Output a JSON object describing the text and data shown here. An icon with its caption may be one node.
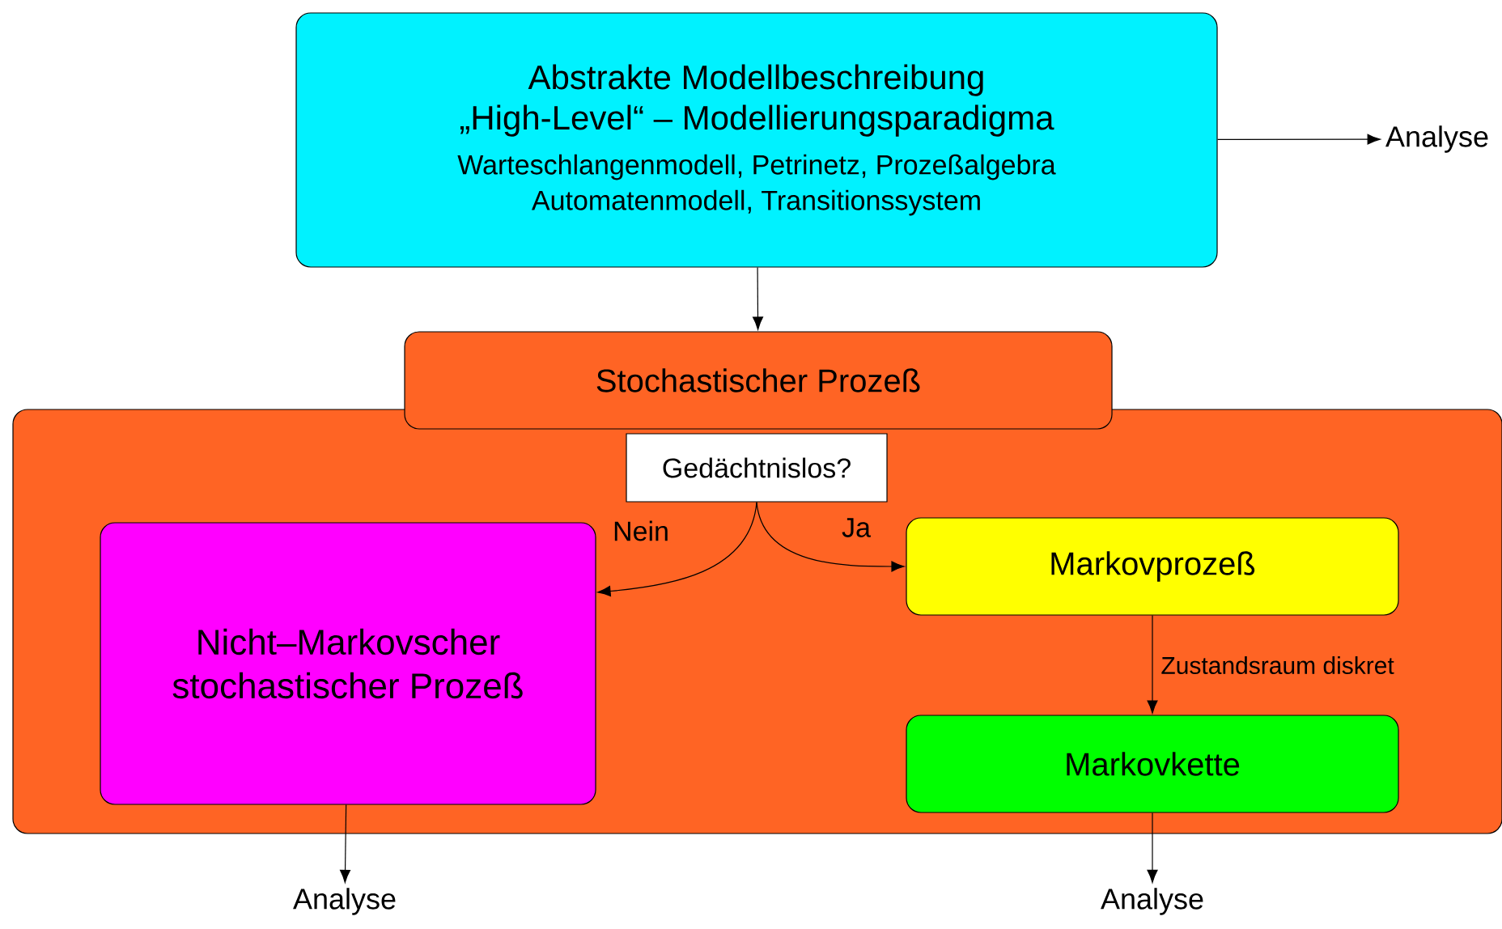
{
  "diagram": {
    "nodes": [
      {
        "text": [
          "Abstrakte Modellbeschreibung „High-Level“ – Modellierungsparadigma",
          "Warteschlangenmodell, Petrinetz, Prozeßalgebra Automatenmodell, Transitionssystem"
        ]
      },
      {
        "text": [
          "Analyse"
        ]
      },
      {
        "text": [
          "Stochastischer Prozeß"
        ]
      },
      {
        "text": [],
        "shape": "box"
      },
      {
        "text": [
          "Gedächtnislos?"
        ],
        "in": 3
      },
      {
        "text": [
          "Nicht–Markovscher stochastischer Prozeß"
        ],
        "in": 3
      },
      {
        "text": [
          "Markovprozeß"
        ],
        "in": 3
      },
      {
        "text": [
          "Markovkette"
        ],
        "in": 3
      },
      {
        "text": [
          "Analyse"
        ]
      },
      {
        "text": [
          "Analyse"
        ]
      }
    ],
    "edges": [
      {
        "from": 0,
        "to": 1,
        "arrow": "to"
      },
      {
        "from": 0,
        "to": 2,
        "arrow": "to"
      },
      {
        "from": 4,
        "to": 5,
        "arrow": "to",
        "label": "Nein"
      },
      {
        "from": 4,
        "to": 6,
        "arrow": "to",
        "label": "Ja"
      },
      {
        "from": 6,
        "to": 7,
        "arrow": "to",
        "label": "Zustandsraum diskret"
      },
      {
        "from": 5,
        "to": 8,
        "arrow": "to"
      },
      {
        "from": 7,
        "to": 9,
        "arrow": "to"
      }
    ]
  }
}
